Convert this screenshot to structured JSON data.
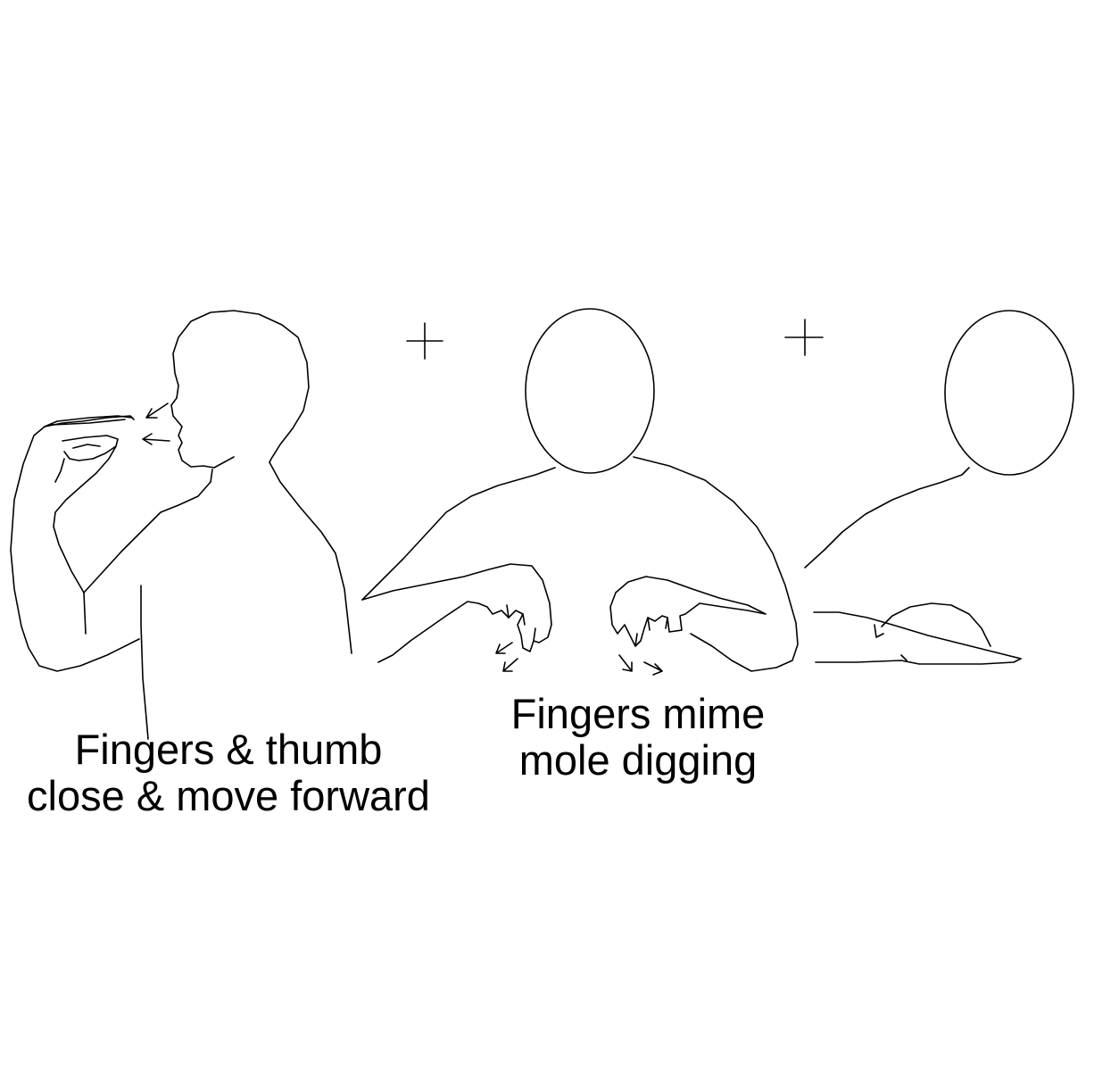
{
  "captions": {
    "left": {
      "line1": "Fingers & thumb",
      "line2": "close & move forward"
    },
    "middle": {
      "line1": "Fingers mime",
      "line2": "mole digging"
    }
  },
  "colors": {
    "background": "#ffffff",
    "ink": "#000000"
  }
}
